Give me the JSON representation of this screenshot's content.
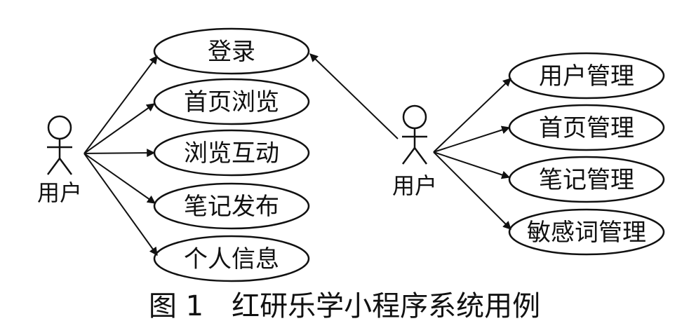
{
  "left_actor": {
    "label": "用户"
  },
  "right_actor": {
    "label": "用户"
  },
  "left_use_cases": [
    "登录",
    "首页浏览",
    "浏览互动",
    "笔记发布",
    "个人信息"
  ],
  "right_use_cases": [
    "用户管理",
    "首页管理",
    "笔记管理",
    "敏感词管理"
  ],
  "caption": "图 1　红研乐学小程序系统用例",
  "colors": {
    "stroke": "#111111",
    "background": "#ffffff"
  }
}
